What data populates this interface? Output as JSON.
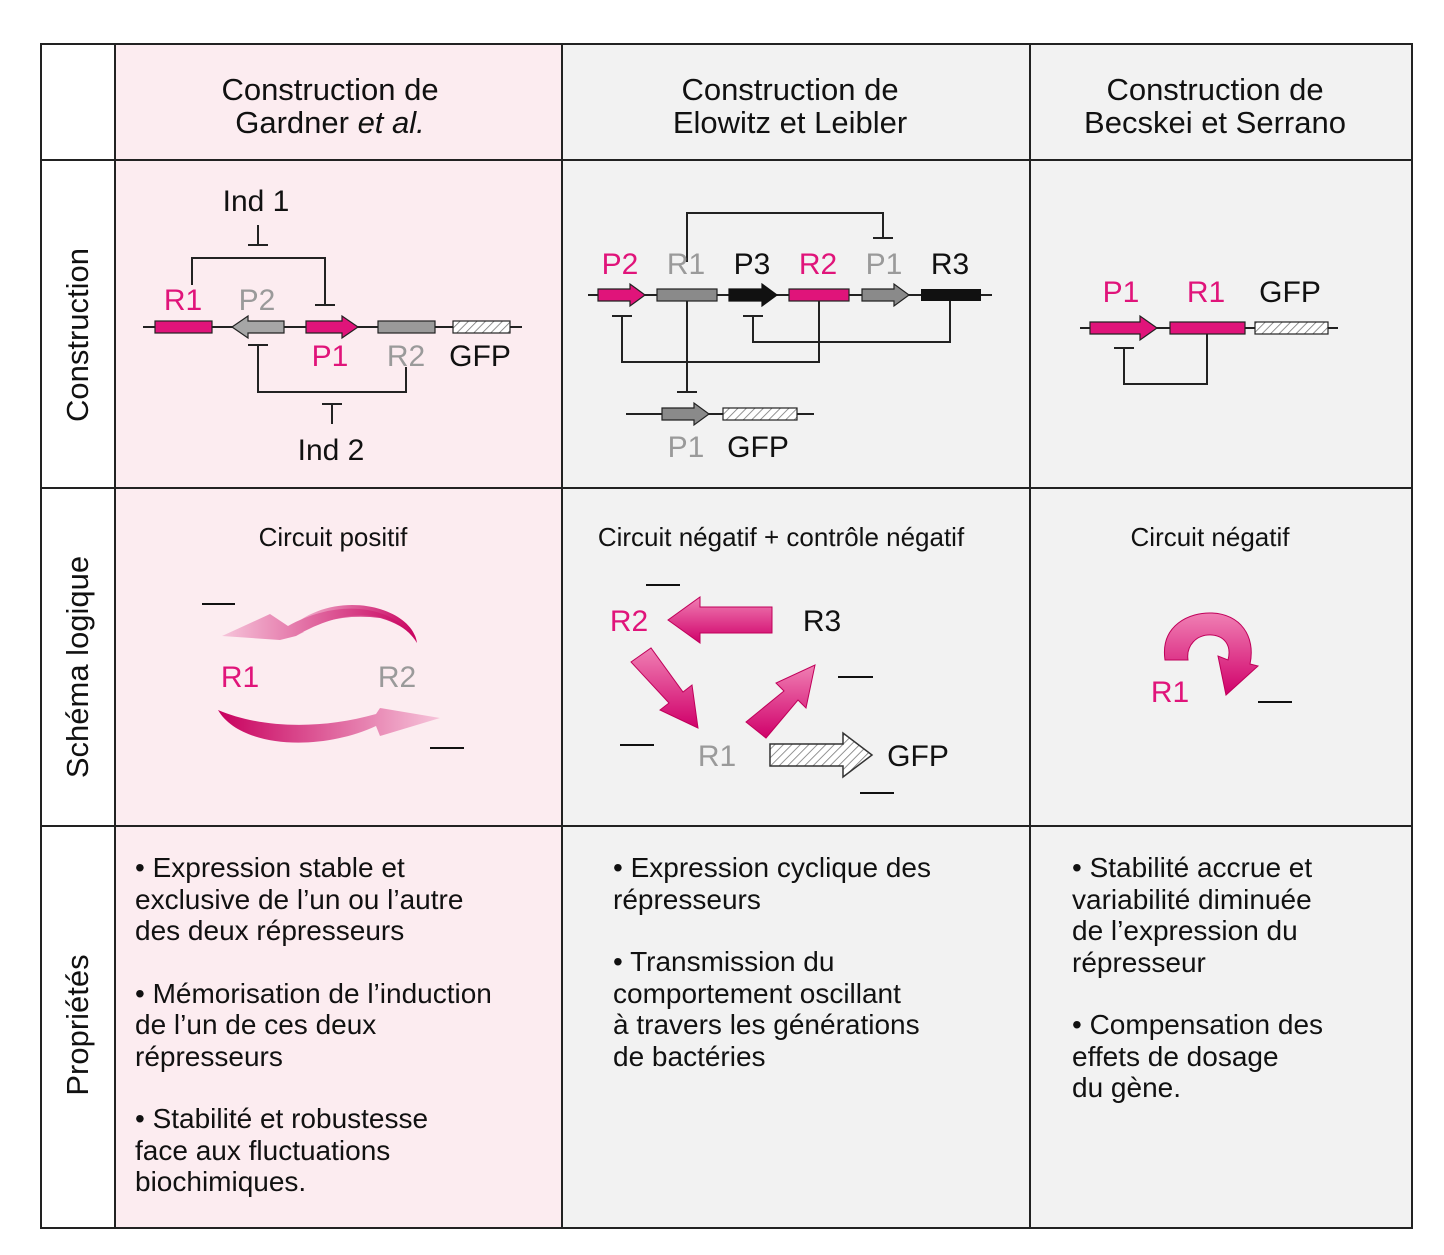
{
  "colors": {
    "magenta": "#e0147a",
    "gray": "#8a8a8a",
    "gray_text": "#9a9a9a",
    "black": "#111111",
    "col1_bg": "#fcecf0",
    "col_bg": "#f2f2f2"
  },
  "headers": {
    "col1_line1": "Construction de",
    "col1_line2a": "Gardner ",
    "col1_line2b": "et al.",
    "col2_line1": "Construction de",
    "col2_line2": "Elowitz et Leibler",
    "col3_line1": "Construction de",
    "col3_line2": "Becskei et Serrano"
  },
  "row_labels": {
    "construction": "Construction",
    "logic": "Schéma logique",
    "properties": "Propriétés"
  },
  "gardner": {
    "construct": {
      "ind1": "Ind 1",
      "ind2": "Ind 2",
      "r1": "R1",
      "p2": "P2",
      "p1": "P1",
      "r2": "R2",
      "gfp": "GFP"
    },
    "logic": {
      "title": "Circuit positif",
      "r1": "R1",
      "r2": "R2"
    },
    "properties": [
      "• Expression stable et\nexclusive de l’un ou l’autre\ndes deux répresseurs",
      "• Mémorisation de l’induction\nde l’un de ces deux\nrépresseurs",
      "• Stabilité et robustesse\nface aux fluctuations\nbiochimiques."
    ]
  },
  "elowitz": {
    "construct": {
      "p2": "P2",
      "r1": "R1",
      "p3": "P3",
      "r2": "R2",
      "p1": "P1",
      "r3": "R3",
      "reporter_p1": "P1",
      "reporter_gfp": "GFP"
    },
    "logic": {
      "title": "Circuit négatif + contrôle négatif",
      "r2": "R2",
      "r3": "R3",
      "r1": "R1",
      "gfp": "GFP"
    },
    "properties": [
      "• Expression cyclique des\nrépresseurs",
      "• Transmission du\ncomportement oscillant\nà travers les générations\nde bactéries"
    ]
  },
  "becskei": {
    "construct": {
      "p1": "P1",
      "r1": "R1",
      "gfp": "GFP"
    },
    "logic": {
      "title": "Circuit négatif",
      "r1": "R1"
    },
    "properties": [
      "• Stabilité accrue et\nvariabilité diminuée\nde l’expression du\nrépresseur",
      "• Compensation des\neffets de dosage\ndu gène."
    ]
  }
}
